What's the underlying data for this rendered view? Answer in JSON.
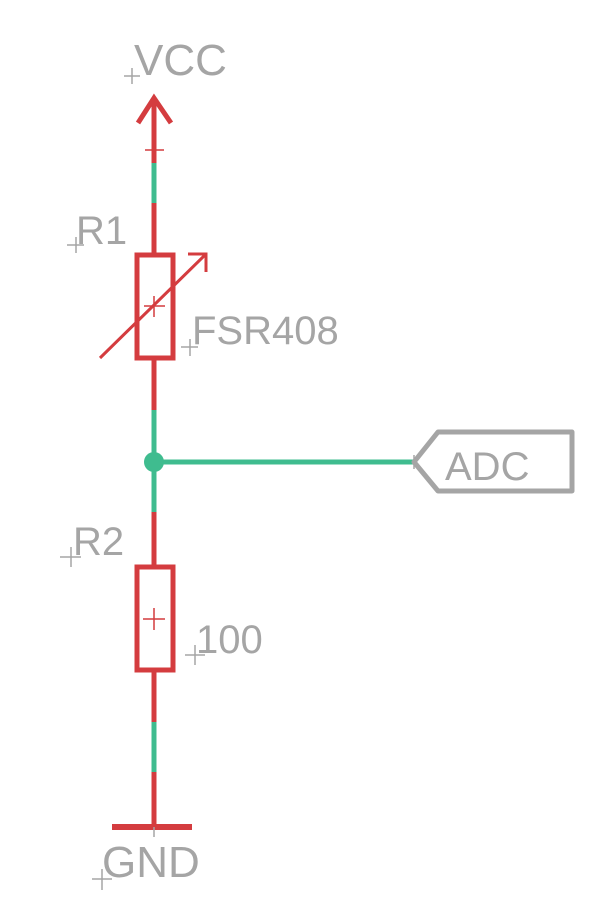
{
  "schematic": {
    "supply": {
      "label": "VCC"
    },
    "ground": {
      "label": "GND"
    },
    "r1": {
      "name": "R1",
      "value": "FSR408"
    },
    "r2": {
      "name": "R2",
      "value": "100"
    },
    "net_label": {
      "label": "ADC"
    }
  },
  "colors": {
    "component": "#d43c3f",
    "wire": "#3fbc8f",
    "text": "#a5a5a5"
  }
}
